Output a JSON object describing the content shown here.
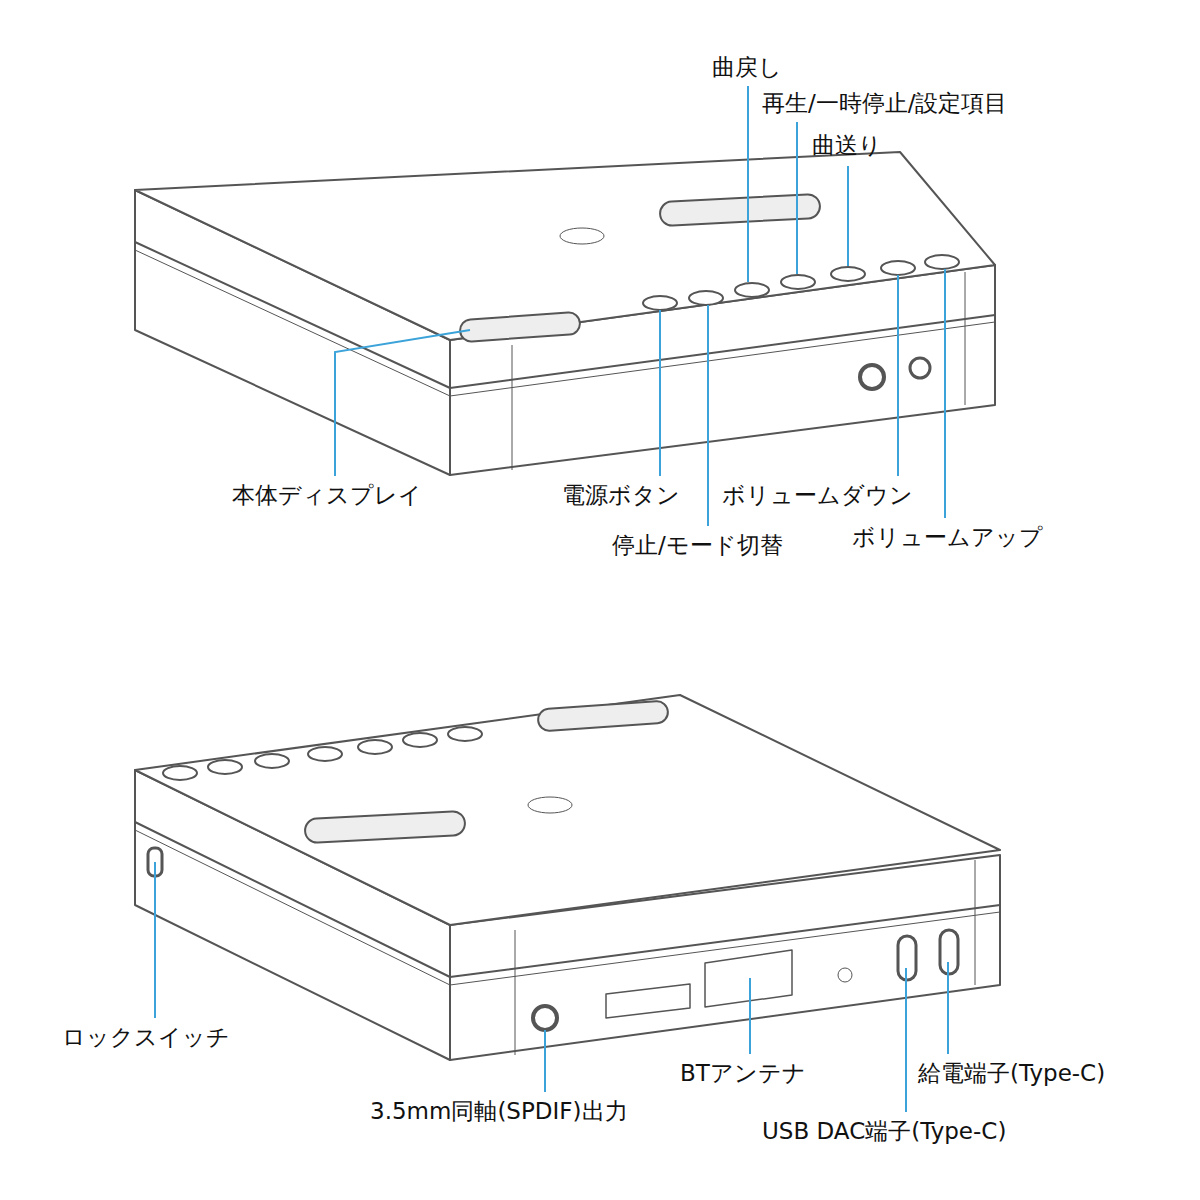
{
  "diagram": {
    "labels": [
      "曲戻し",
      "再生/一時停止/設定項目",
      "曲送り",
      "本体ディスプレイ",
      "電源ボタン",
      "ボリュームダウン",
      "停止/モード切替",
      "ボリュームアップ",
      "ロックスイッチ",
      "BTアンテナ",
      "給電端子(Type-C)",
      "3.5mm同軸(SPDIF)出力",
      "USB DAC端子(Type-C)"
    ]
  }
}
